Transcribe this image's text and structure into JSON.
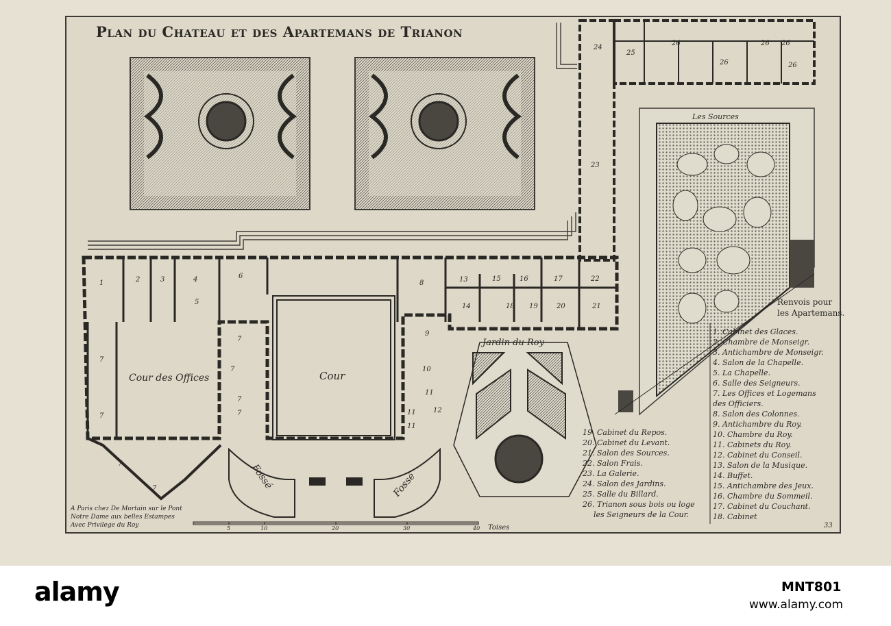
{
  "title": "Plan du Chateau et des Apartemans de Trianon",
  "labels": {
    "les_sources": "Les Sources",
    "jardin_du_roy": "Jardin du Roy",
    "cour_des_offices": "Cour des Offices",
    "cour": "Cour",
    "fosse_left": "Fossé",
    "fosse_right": "Fossé"
  },
  "legend": {
    "heading_line1": "Renvois pour",
    "heading_line2": "les Apartemans.",
    "right_column": [
      "1. Cabinet des Glaces.",
      "2. Chambre de Monseigr.",
      "3. Antichambre de Monseigr.",
      "4. Salon de la Chapelle.",
      "5. La Chapelle.",
      "6. Salle des Seigneurs.",
      "7. Les Offices et Logemans",
      "des Officiers.",
      "8. Salon des Colonnes.",
      "9. Antichambre du Roy.",
      "10. Chambre du Roy.",
      "11. Cabinets du Roy.",
      "12. Cabinet du Conseil.",
      "13. Salon de la Musique.",
      "14. Buffet.",
      "15. Antichambre des Jeux.",
      "16. Chambre du Sommeil.",
      "17. Cabinet du Couchant.",
      "18. Cabinet"
    ],
    "left_column": [
      "19. Cabinet du Repos.",
      "20. Cabinet du Levant.",
      "21. Salon des Sources.",
      "22. Salon Frais.",
      "23. La Galerie.",
      "24. Salon des Jardins.",
      "25. Salle du Billard.",
      "26. Trianon sous bois ou loge",
      "les Seigneurs de la Cour."
    ]
  },
  "room_numbers": [
    "1",
    "2",
    "3",
    "4",
    "5",
    "6",
    "7",
    "7",
    "7",
    "7",
    "7",
    "7",
    "7",
    "7",
    "8",
    "9",
    "10",
    "11",
    "11",
    "11",
    "12",
    "13",
    "14",
    "15",
    "16",
    "17",
    "18",
    "19",
    "20",
    "21",
    "22",
    "23",
    "24",
    "25",
    "26",
    "26",
    "26",
    "26",
    "26"
  ],
  "imprint": [
    "A Paris chez De Mortain sur le Pont",
    "Notre Dame aux belles Estampes",
    "Avec Privilege du Roy"
  ],
  "scale": {
    "ticks": [
      "5",
      "10",
      "20",
      "30",
      "40"
    ],
    "unit": "Toises"
  },
  "page_number": "33",
  "footer": {
    "brand": "alamy",
    "image_id": "MNT801",
    "site": "www.alamy.com"
  },
  "colors": {
    "paper": "#ddd8c8",
    "ink": "#2a2824",
    "wall": "#3c3a36",
    "parterre": "#5a5650"
  }
}
